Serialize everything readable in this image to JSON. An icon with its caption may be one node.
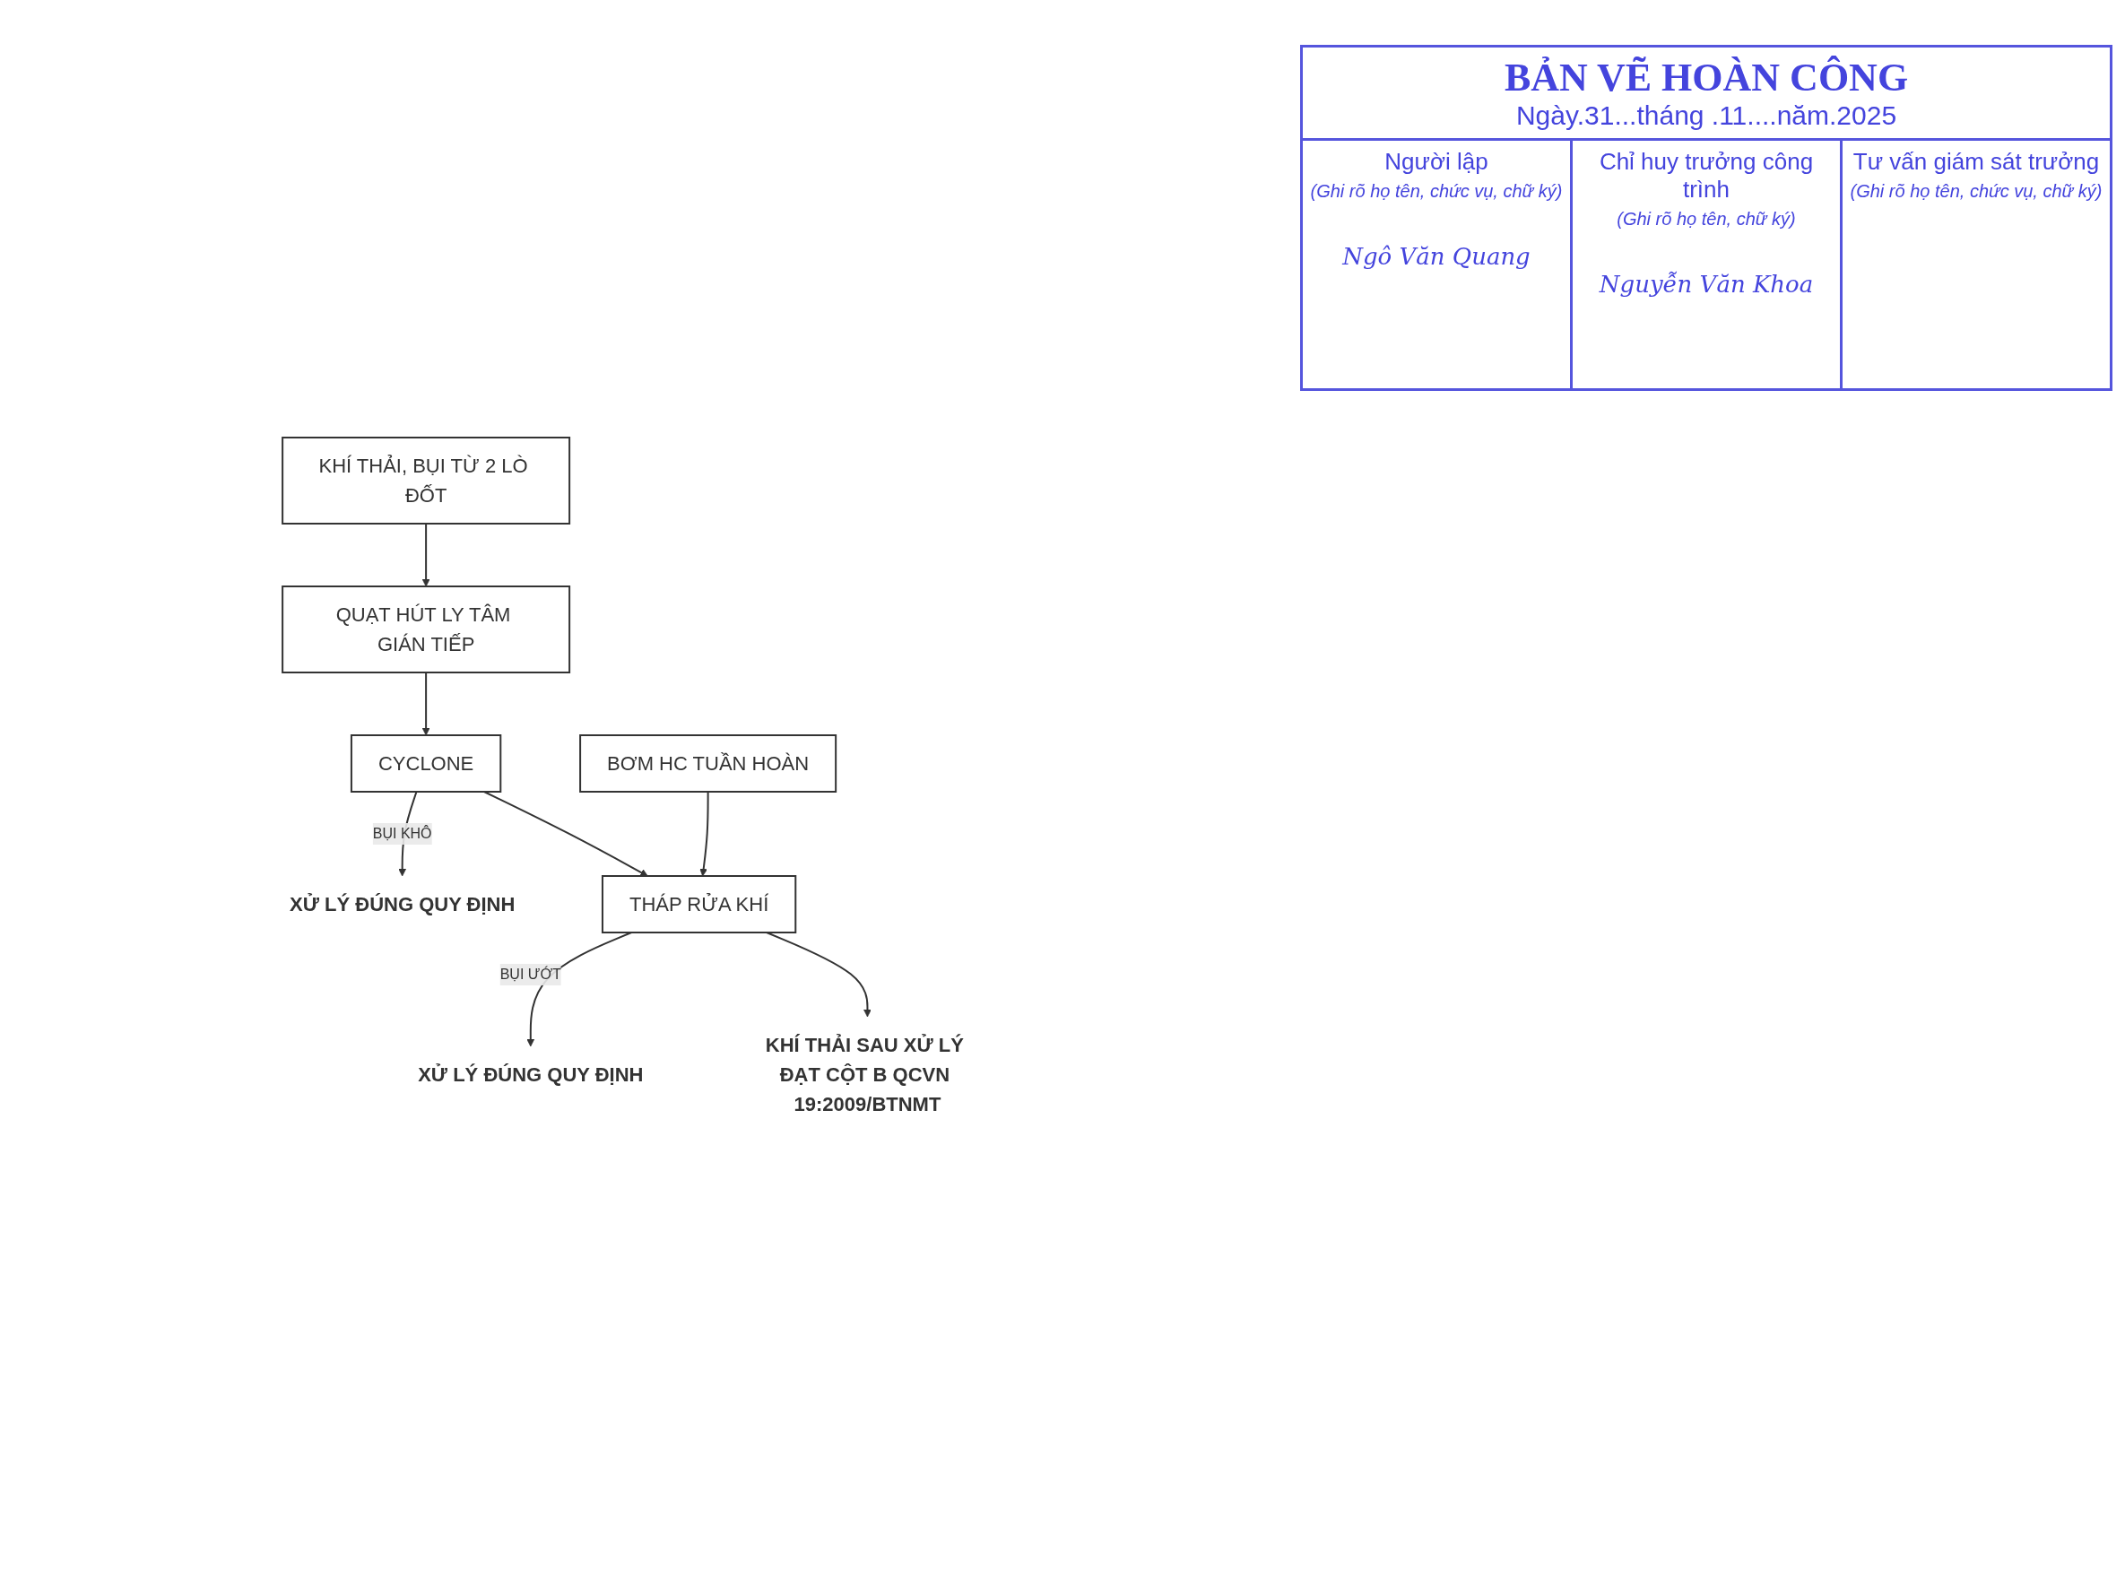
{
  "diagram": {
    "nodes": [
      {
        "text": [
          "KHÍ THẢI, BỤI TỪ 2 LÒ ĐỐT"
        ]
      },
      {
        "text": [
          "QUẠT HÚT LY TÂM GIÁN TIẾP"
        ]
      },
      {
        "text": [
          "CYCLONE"
        ]
      },
      {
        "text": [
          "XỬ LÝ ĐÚNG QUY ĐỊNH"
        ]
      },
      {
        "text": [
          "BƠM HC TUẦN HOÀN"
        ]
      },
      {
        "text": [
          "THÁP RỬA KHÍ"
        ]
      },
      {
        "text": [
          "XỬ LÝ ĐÚNG QUY ĐỊNH"
        ]
      },
      {
        "text": [
          "KHÍ THẢI SAU XỬ LÝ ĐẠT CỘT B QCVN 19:2009/BTNMT"
        ]
      }
    ],
    "edges": [
      {
        "from": 0,
        "to": 1,
        "arrow": "to"
      },
      {
        "from": 1,
        "to": 2,
        "arrow": "to"
      },
      {
        "from": 2,
        "to": 3,
        "arrow": "to",
        "label": "BỤI KHÔ"
      },
      {
        "from": 2,
        "to": 5,
        "arrow": "to"
      },
      {
        "from": 4,
        "to": 5,
        "arrow": "to"
      },
      {
        "from": 5,
        "to": 6,
        "arrow": "to",
        "label": "BỤI ƯỚT"
      },
      {
        "from": 5,
        "to": 7,
        "arrow": "to"
      }
    ],
    "labels": [
      "BẢN VẼ HOÀN CÔNG",
      "Ngày.31...tháng .11....năm.2025",
      "Người lập",
      "(Ghi rõ họ tên, chức vụ, chữ ký)",
      "Chỉ huy trưởng công trình",
      "(Ghi rõ họ tên, chữ ký)",
      "Tư vấn giám sát trưởng",
      "(Ghi rõ họ tên, chức vụ, chữ ký)",
      "Ngô Văn Quang",
      "Nguyễn Văn Khoa"
    ]
  }
}
